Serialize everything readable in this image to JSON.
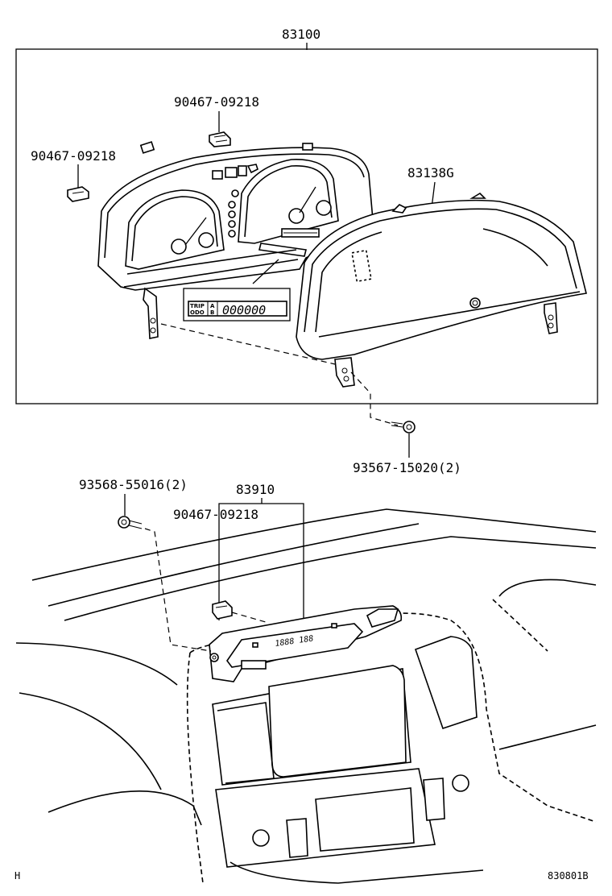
{
  "labels": {
    "assembly": "83100",
    "clip_top": "90467-09218",
    "clip_left": "90467-09218",
    "glass": "83138G",
    "screw_right": "93567-15020(2)",
    "screw_left": "93568-55016(2)",
    "clock": "83910",
    "clock_clip": "90467-09218"
  },
  "display": {
    "trip": "TRIP",
    "odo": "ODO",
    "a": "A",
    "b": "B",
    "digits": "000000",
    "clock_digits": "1888 188"
  },
  "footer": {
    "left": "H",
    "right": "830801B"
  }
}
